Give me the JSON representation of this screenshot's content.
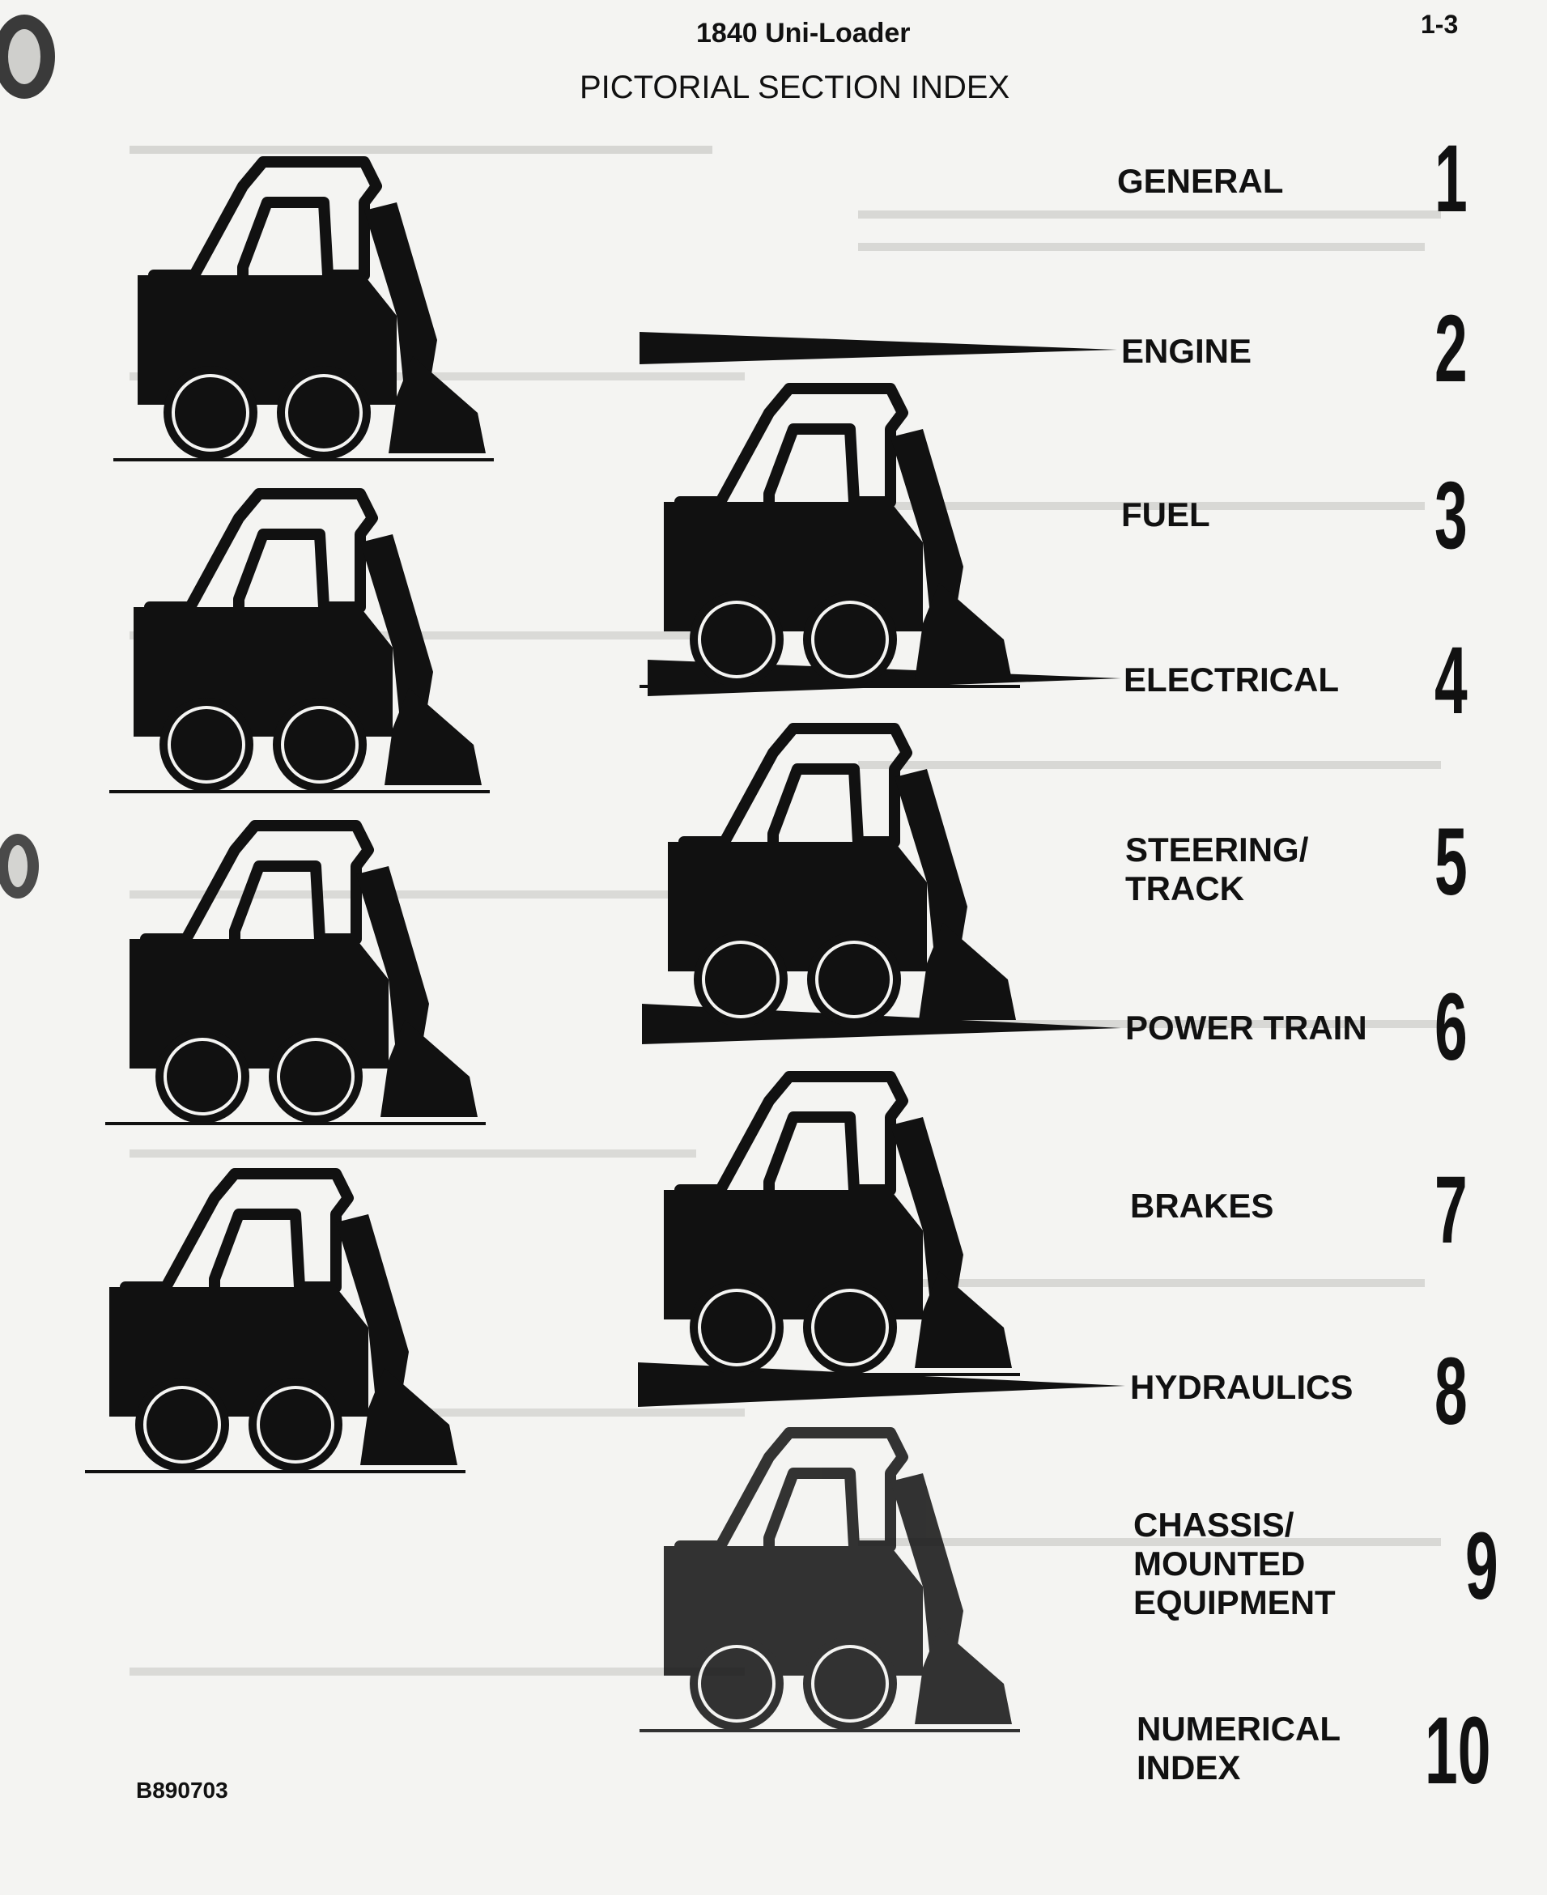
{
  "header": {
    "title": "1840 Uni-Loader",
    "page_number": "1-3",
    "subtitle": "PICTORIAL SECTION INDEX"
  },
  "sections": [
    {
      "label": "GENERAL",
      "number": "1"
    },
    {
      "label": "ENGINE",
      "number": "2"
    },
    {
      "label": "FUEL",
      "number": "3"
    },
    {
      "label": "ELECTRICAL",
      "number": "4"
    },
    {
      "label": "STEERING/ TRACK",
      "number": "5"
    },
    {
      "label": "POWER TRAIN",
      "number": "6"
    },
    {
      "label": "BRAKES",
      "number": "7"
    },
    {
      "label": "HYDRAULICS",
      "number": "8"
    },
    {
      "label": "CHASSIS/ MOUNTED EQUIPMENT",
      "number": "9"
    },
    {
      "label": "NUMERICAL INDEX",
      "number": "10"
    }
  ],
  "footer": {
    "document_code": "B890703"
  },
  "colors": {
    "paper": "#f4f4f2",
    "ink": "#111111",
    "ghost": "#c9c9c6",
    "binder_hole": "#3a3a3a"
  }
}
